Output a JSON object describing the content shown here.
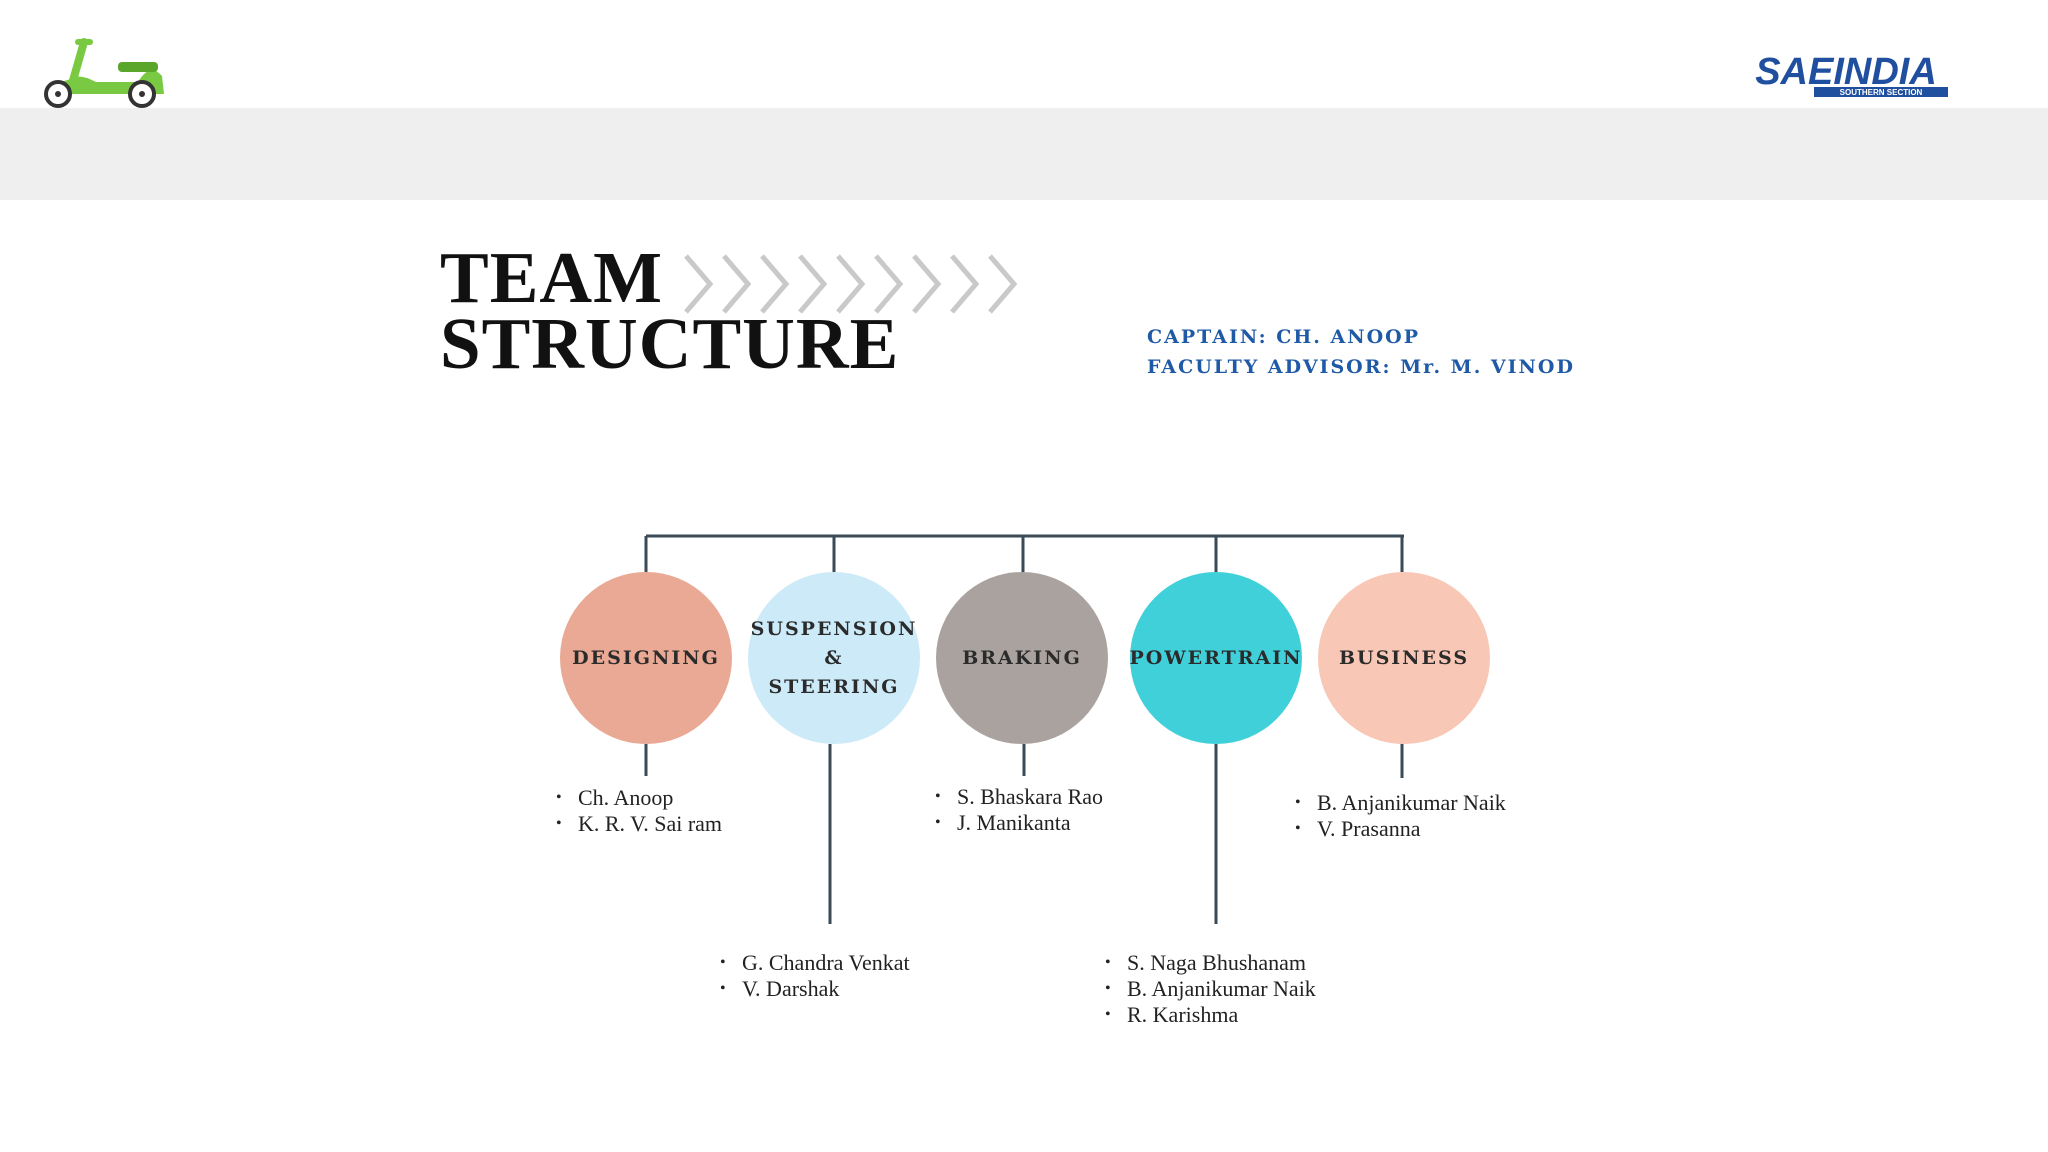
{
  "header": {
    "logo_text": "SAEINDIA",
    "logo_subtext": "SOUTHERN SECTION"
  },
  "title": {
    "line1": "TEAM",
    "line2": "STRUCTURE"
  },
  "captain": "CAPTAIN: CH. ANOOP",
  "faculty_advisor": "FACULTY ADVISOR: Mr. M. VINOD",
  "colors": {
    "designing": "#e9a995",
    "suspension": "#cdeaf8",
    "braking": "#aaa29f",
    "powertrain": "#3fd0da",
    "business": "#f8c7b6",
    "accent_blue": "#1f5aa6",
    "scooter_green": "#7ac943"
  },
  "teams": [
    {
      "id": "designing",
      "label_lines": [
        "DESIGNING"
      ],
      "members": [
        "Ch. Anoop",
        "K. R. V. Sai ram"
      ]
    },
    {
      "id": "suspension",
      "label_lines": [
        "SUSPENSION",
        "&",
        "STEERING"
      ],
      "members": [
        "G. Chandra Venkat",
        "V. Darshak"
      ]
    },
    {
      "id": "braking",
      "label_lines": [
        "BRAKING"
      ],
      "members": [
        "S. Bhaskara Rao",
        "J. Manikanta"
      ]
    },
    {
      "id": "powertrain",
      "label_lines": [
        "POWERTRAIN"
      ],
      "members": [
        "S. Naga Bhushanam",
        "B. Anjanikumar Naik",
        "R. Karishma"
      ]
    },
    {
      "id": "business",
      "label_lines": [
        "BUSINESS"
      ],
      "members": [
        "B. Anjanikumar Naik",
        "V. Prasanna"
      ]
    }
  ]
}
